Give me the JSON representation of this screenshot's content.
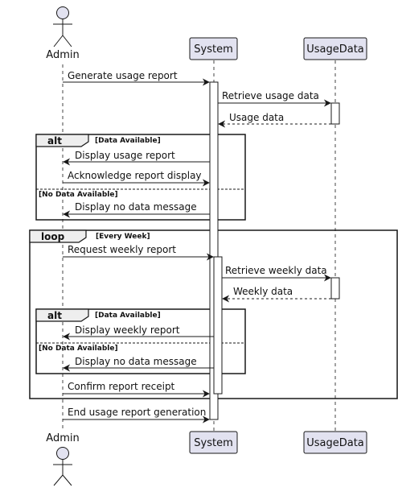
{
  "participants": {
    "admin": "Admin",
    "system": "System",
    "usage_data": "UsageData"
  },
  "messages": [
    "Generate usage report",
    "Retrieve usage data",
    "Usage data",
    "Display usage report",
    "Acknowledge report display",
    "Display no data message",
    "Request weekly report",
    "Retrieve weekly data",
    "Weekly data",
    "Display weekly report",
    "Display no data message",
    "Confirm report receipt",
    "End usage report generation"
  ],
  "fragments": {
    "alt_keyword": "alt",
    "loop_keyword": "loop",
    "guard_data_available": "[Data Available]",
    "guard_no_data": "[No Data Available]",
    "guard_every_week": "[Every Week]"
  },
  "colors": {
    "participant_fill": "#E2E2F0",
    "participant_border": "#181818",
    "lifeline": "#181818",
    "activation_fill": "#ffffff"
  }
}
